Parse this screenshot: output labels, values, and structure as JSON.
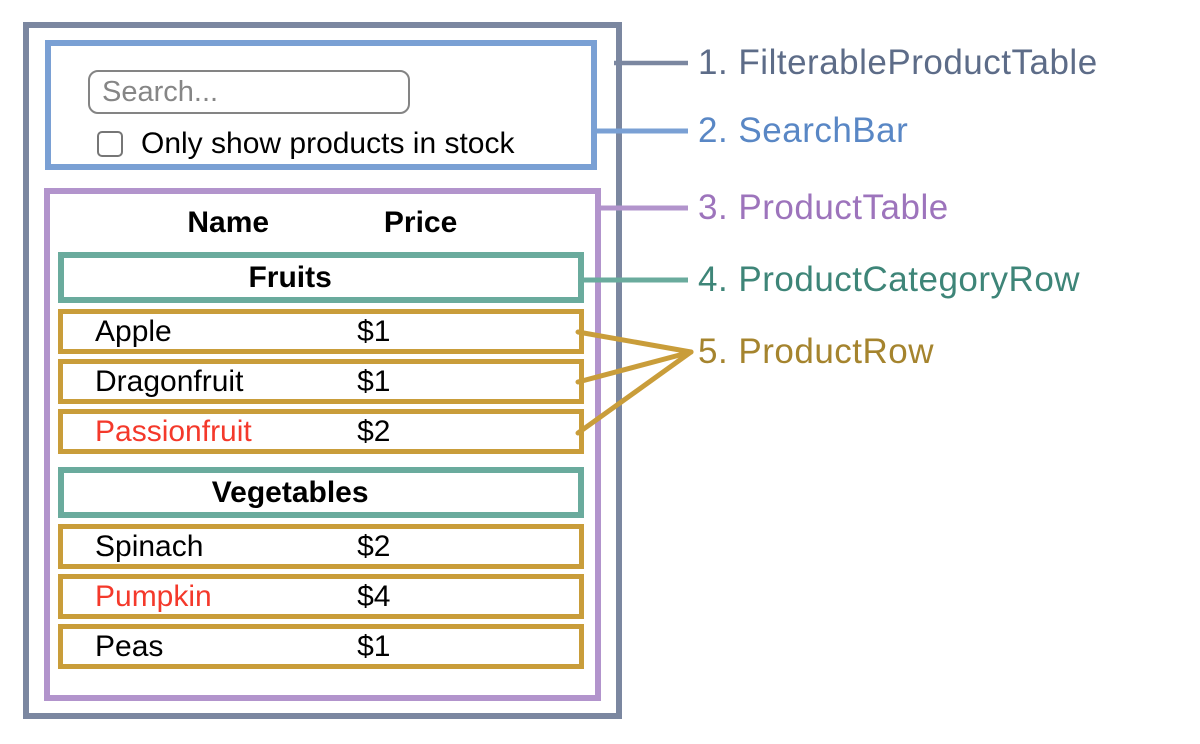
{
  "search_bar": {
    "input_placeholder": "Search...",
    "input_value": "",
    "checkbox_checked": false,
    "checkbox_label": "Only show products in stock"
  },
  "product_table": {
    "headers": {
      "name": "Name",
      "price": "Price"
    },
    "sections": [
      {
        "category": "Fruits",
        "rows": [
          {
            "name": "Apple",
            "price": "$1",
            "out_of_stock": false
          },
          {
            "name": "Dragonfruit",
            "price": "$1",
            "out_of_stock": false
          },
          {
            "name": "Passionfruit",
            "price": "$2",
            "out_of_stock": true
          }
        ]
      },
      {
        "category": "Vegetables",
        "rows": [
          {
            "name": "Spinach",
            "price": "$2",
            "out_of_stock": false
          },
          {
            "name": "Pumpkin",
            "price": "$4",
            "out_of_stock": true
          },
          {
            "name": "Peas",
            "price": "$1",
            "out_of_stock": false
          }
        ]
      }
    ]
  },
  "annotations": {
    "items": [
      {
        "text": "1. FilterableProductTable",
        "color": "#5d6c88"
      },
      {
        "text": "2. SearchBar",
        "color": "#5987c5"
      },
      {
        "text": "3. ProductTable",
        "color": "#9d74bc"
      },
      {
        "text": "4. ProductCategoryRow",
        "color": "#3e8578"
      },
      {
        "text": "5. ProductRow",
        "color": "#a5842e"
      }
    ]
  },
  "colors": {
    "container_gray": "#7b87a0",
    "searchbar_blue": "#7aa0d4",
    "table_purple": "#b294cc",
    "category_teal": "#6aab9d",
    "row_gold": "#c99d3a",
    "out_of_stock_red": "#f4392b",
    "input_border_gray": "#848484",
    "placeholder_gray": "#868686"
  }
}
